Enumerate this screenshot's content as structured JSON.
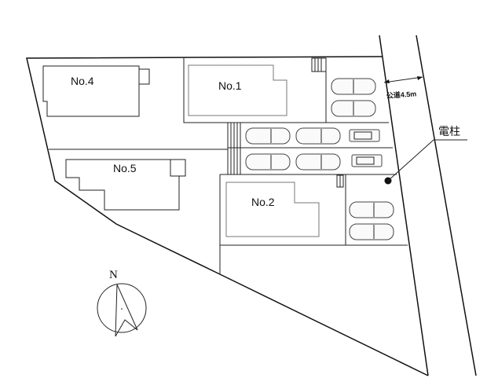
{
  "plan": {
    "lots": [
      {
        "label": "No.1"
      },
      {
        "label": "No.2"
      },
      {
        "label": "No.4"
      },
      {
        "label": "No.5"
      }
    ],
    "road_label": "公道4.5m",
    "pole_label": "電柱",
    "north_label": "N"
  }
}
